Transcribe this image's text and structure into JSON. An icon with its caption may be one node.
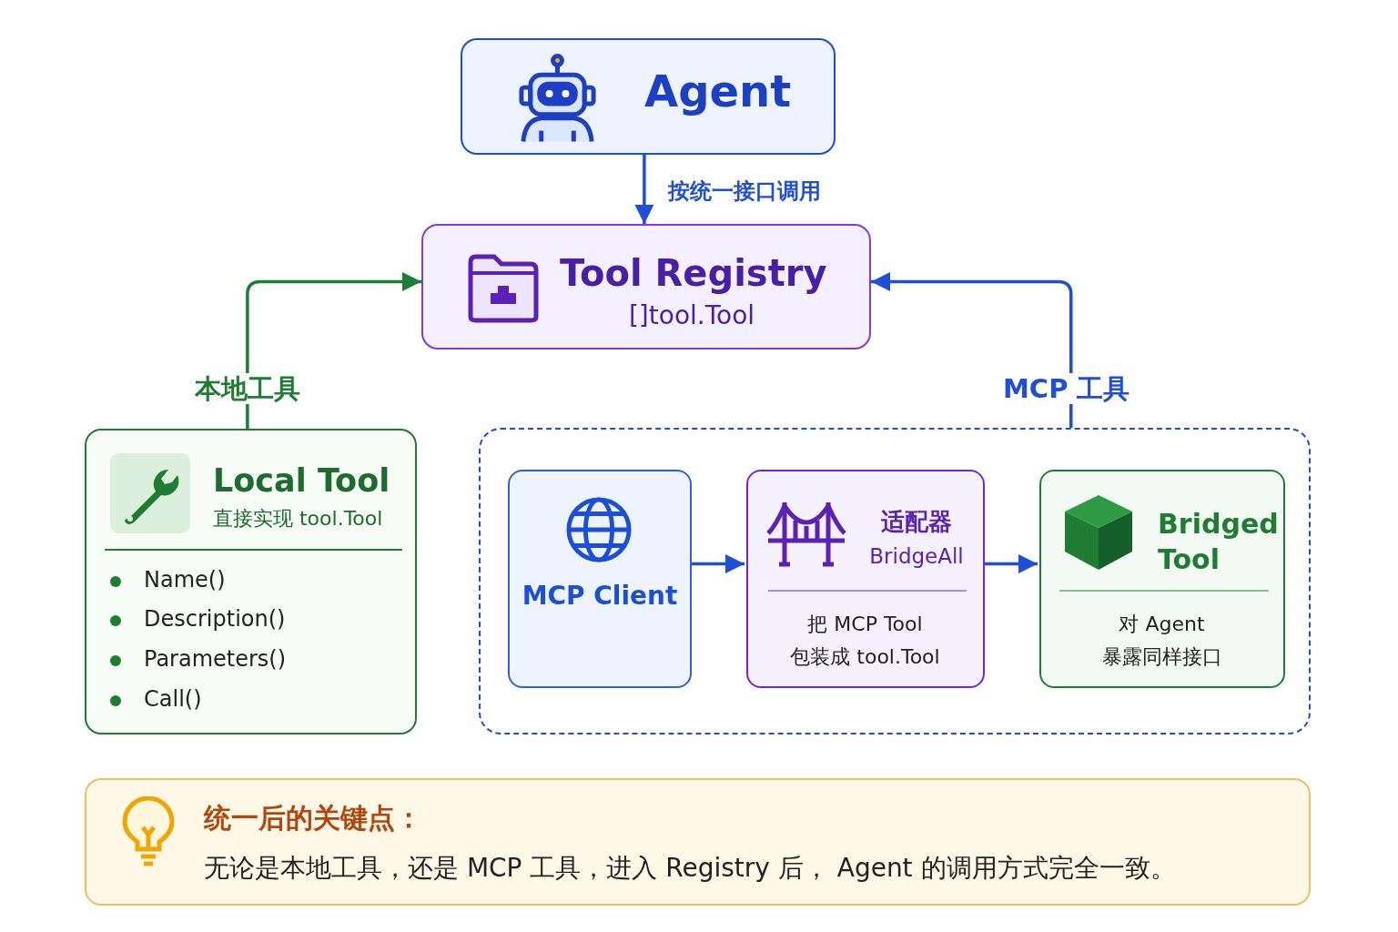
{
  "diagram": {
    "nodes": [
      {
        "text": [
          "Agent"
        ]
      },
      {
        "text": [
          "Tool Registry",
          "[]tool.Tool"
        ]
      },
      {
        "text": [
          "Local Tool",
          "直接实现 tool.Tool",
          "Name()",
          "Description()",
          "Parameters()",
          "Call()"
        ]
      },
      {
        "text": [],
        "shape": "box"
      },
      {
        "text": [
          "MCP Client"
        ],
        "in": 3
      },
      {
        "text": [
          "适配器",
          "BridgeAll",
          "把 MCP Tool 包装成 tool.Tool"
        ],
        "in": 3
      },
      {
        "text": [
          "Bridged Tool",
          "对 Agent 暴露同样接口"
        ],
        "in": 3
      },
      {
        "text": [
          "统一后的关键点：",
          "无论是本地工具，还是 MCP 工具，进入 Registry 后， Agent 的调用方式完全一致。"
        ]
      }
    ],
    "edges": [
      {
        "from": 0,
        "to": 1,
        "arrow": "to",
        "label": "按统一接口调用"
      },
      {
        "from": 2,
        "to": 1,
        "arrow": "to",
        "label": "本地工具",
        "color": "#1e7d32"
      },
      {
        "from": 3,
        "to": 1,
        "arrow": "to",
        "label": "MCP 工具"
      },
      {
        "from": 4,
        "to": 5,
        "arrow": "to"
      },
      {
        "from": 5,
        "to": 6,
        "arrow": "to"
      }
    ]
  }
}
